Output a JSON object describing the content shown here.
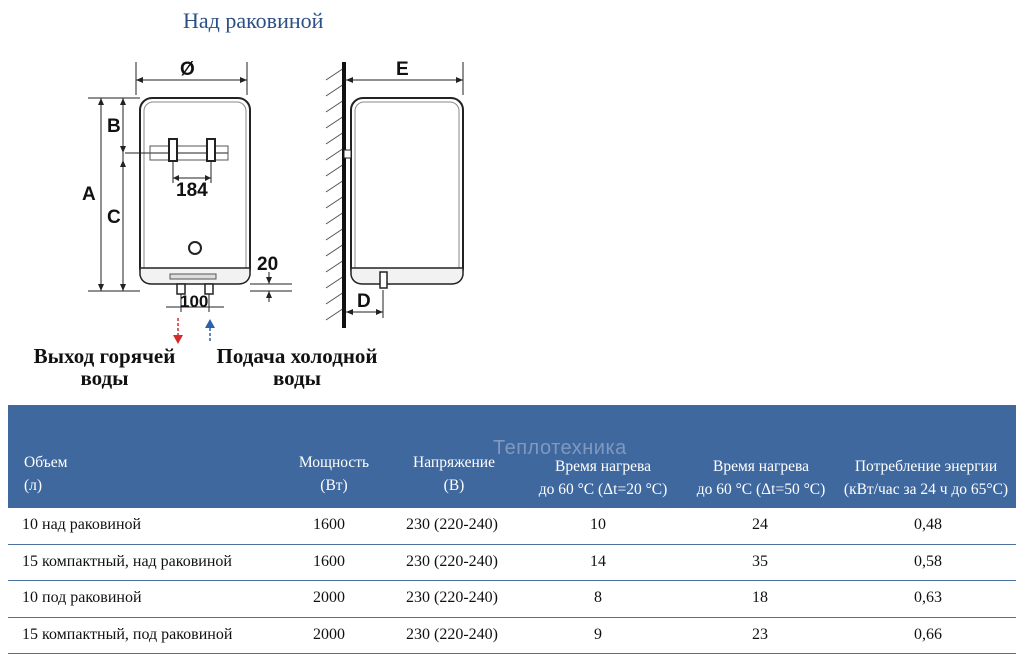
{
  "page": {
    "title": "Над раковиной"
  },
  "diagram": {
    "dim_labels": {
      "diameter": "Ø",
      "a": "A",
      "b": "B",
      "c": "C",
      "d": "D",
      "e": "E",
      "pipe_spacing": "184",
      "outlet_spacing": "100",
      "offset": "20"
    },
    "hot_label_line1": "Выход горячей",
    "hot_label_line2": "воды",
    "cold_label_line1": "Подача холодной",
    "cold_label_line2": "воды",
    "colors": {
      "hot_arrow": "#d62b2b",
      "cold_arrow": "#2b5fb0"
    }
  },
  "table": {
    "watermark": "Теплотехника",
    "header_bg": "#3f689f",
    "headers": [
      {
        "line1": "Объем",
        "line2": "(л)"
      },
      {
        "line1": "Мощность",
        "line2": "(Вт)"
      },
      {
        "line1": "Напряжение",
        "line2": "(В)"
      },
      {
        "line1": "Время нагрева",
        "line2": "до 60 °С (Δt=20 °С)"
      },
      {
        "line1": "Время нагрева",
        "line2": "до 60 °С (Δt=50 °С)"
      },
      {
        "line1": "Потребление энергии",
        "line2": "(кВт/час за 24 ч до 65°С)"
      }
    ],
    "rows": [
      {
        "volume": "10 над раковиной",
        "power": "1600",
        "voltage": "230 (220-240)",
        "heat20": "10",
        "heat50": "24",
        "energy": "0,48"
      },
      {
        "volume": "15 компактный, над раковиной",
        "power": "1600",
        "voltage": "230 (220-240)",
        "heat20": "14",
        "heat50": "35",
        "energy": "0,58"
      },
      {
        "volume": "10 под раковиной",
        "power": "2000",
        "voltage": "230 (220-240)",
        "heat20": "8",
        "heat50": "18",
        "energy": "0,63"
      },
      {
        "volume": "15 компактный, под раковиной",
        "power": "2000",
        "voltage": "230 (220-240)",
        "heat20": "9",
        "heat50": "23",
        "energy": "0,66"
      }
    ]
  }
}
